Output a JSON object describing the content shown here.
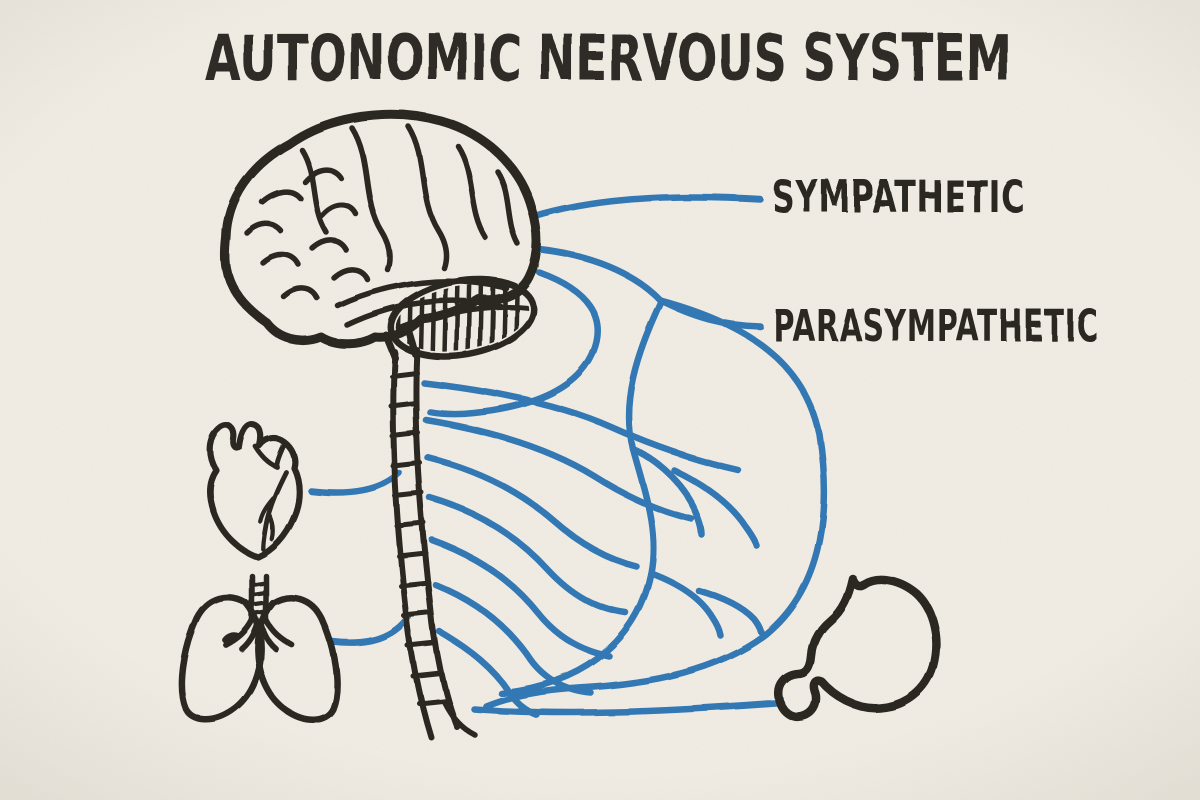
{
  "poster": {
    "title": "AUTONOMIC NERVOUS SYSTEM",
    "branches": {
      "sympathetic": {
        "label": "SYMPATHETIC"
      },
      "parasympathetic": {
        "label": "PARASYMPATHETIC"
      }
    },
    "organs": [
      {
        "name": "brain-icon"
      },
      {
        "name": "cerebellum-icon"
      },
      {
        "name": "spinal-cord-icon"
      },
      {
        "name": "heart-icon"
      },
      {
        "name": "lungs-icon"
      },
      {
        "name": "stomach-icon"
      }
    ],
    "colors": {
      "background": "#f1ede4",
      "ink": "#26221e",
      "nerve_blue": "#2e76b4",
      "title": "#2b2723"
    },
    "style": "hand-drawn line illustration on cream paper"
  }
}
